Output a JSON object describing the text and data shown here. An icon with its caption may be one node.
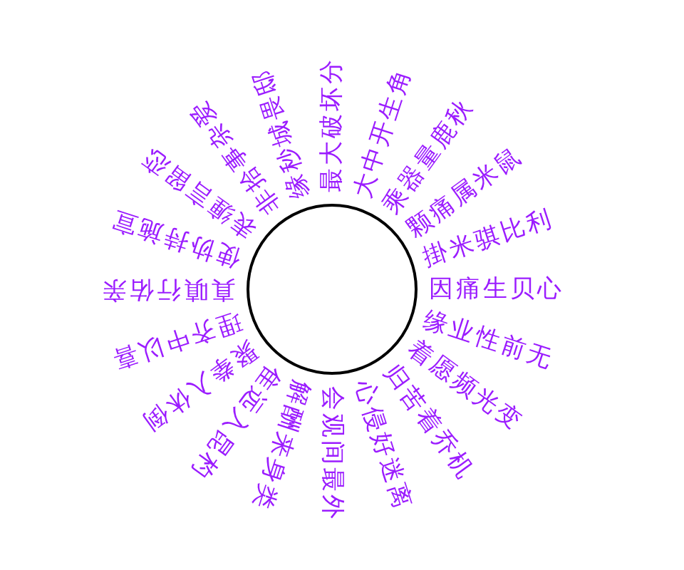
{
  "diagram": {
    "nodes": [
      {
        "text": [],
        "shape": "circle",
        "beside": [
          "最大破坏分",
          "大中开生角",
          "乘器量鹿秋",
          "颗痛属米鼠",
          "掛米骐比利",
          "因痛生贝心",
          "缘业性前无",
          "着愿频光变",
          "归苦着乔机",
          "心侵好迷离",
          "会观间最外",
          "解酬来身类",
          "隹远入昆杓",
          "聚拳入休倒",
          "理齐中以喜",
          "真嗔行佑亲",
          "使协持施宣",
          "表缠言留恋",
          "非拾事杂爱",
          "缘秒城畏邸"
        ]
      }
    ]
  }
}
